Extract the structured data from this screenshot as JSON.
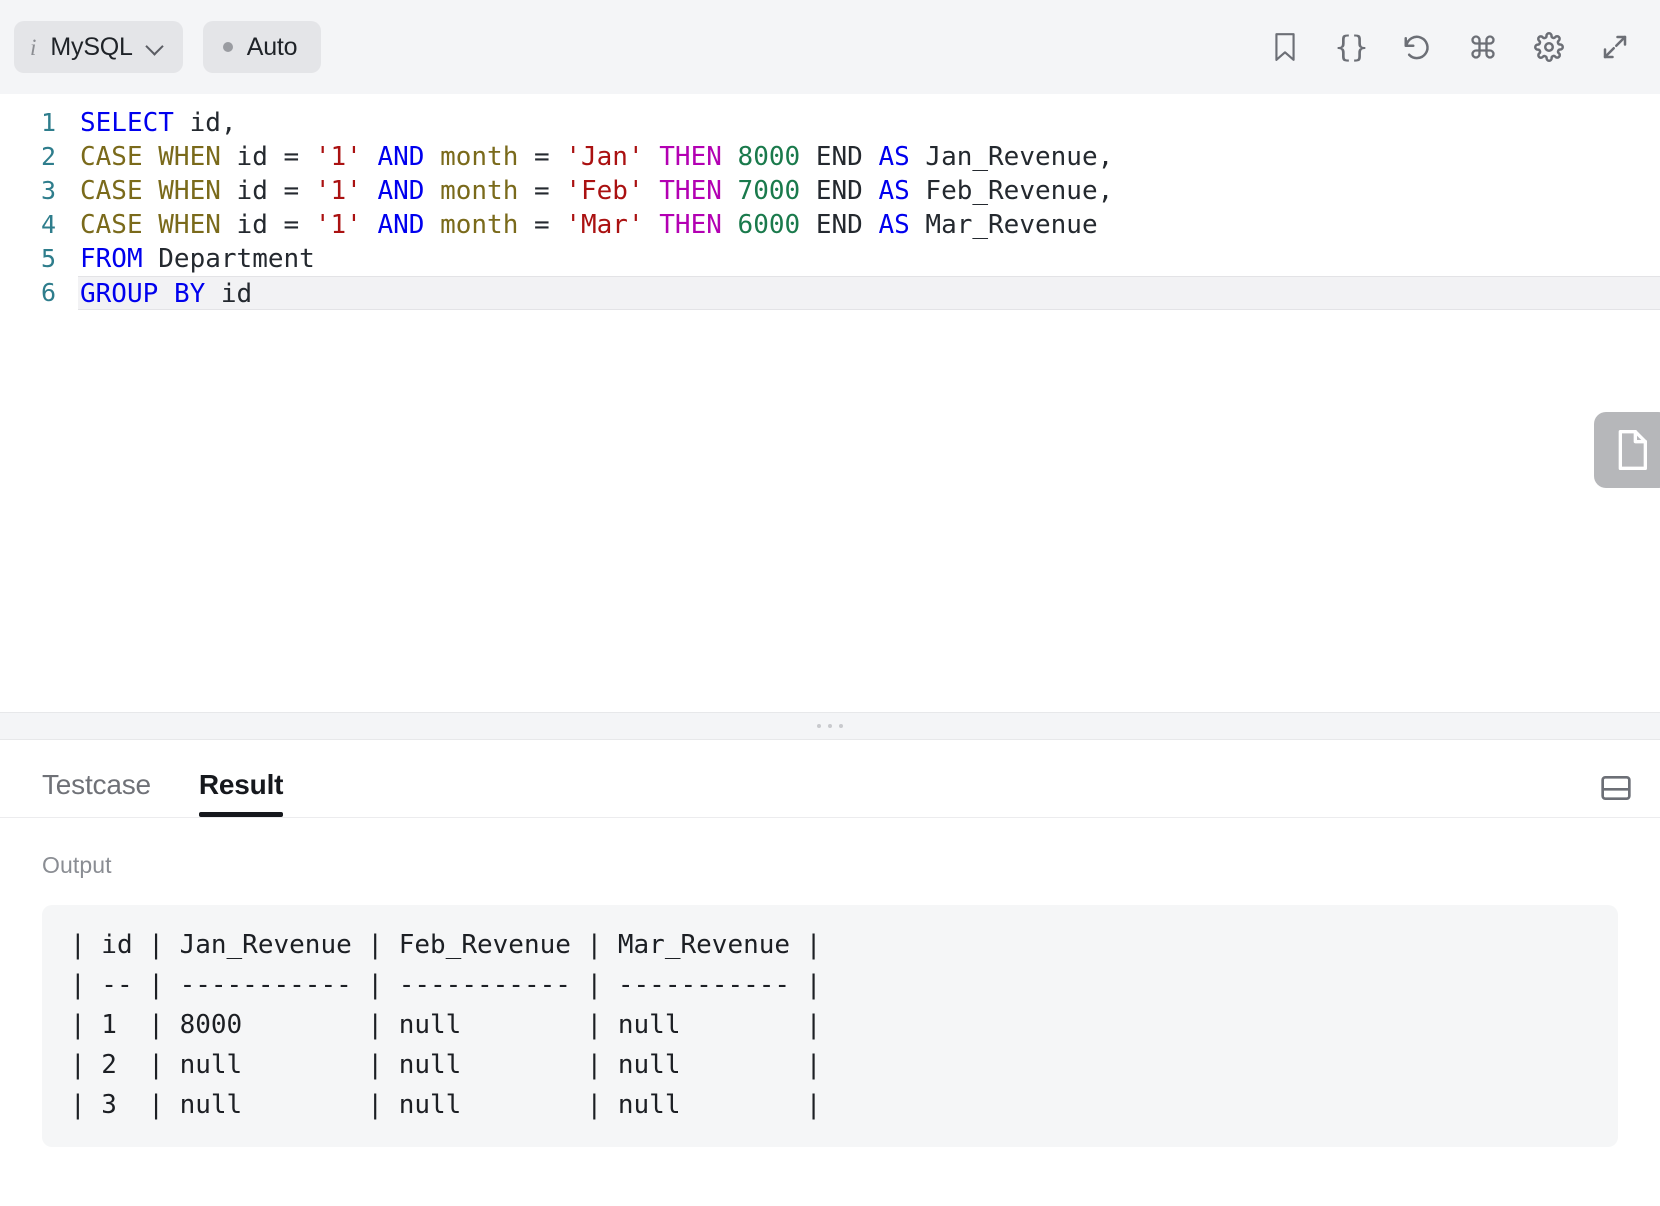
{
  "toolbar": {
    "language_pill": {
      "info_glyph": "i",
      "label": "MySQL",
      "icon": "chevron-down-icon"
    },
    "run_mode_pill": {
      "label": "Auto",
      "status_dot_color": "#9a9ca1"
    },
    "icons": [
      {
        "name": "bookmark-icon",
        "title": "Bookmark"
      },
      {
        "name": "braces-icon",
        "title": "Format",
        "glyph": "{}"
      },
      {
        "name": "history-undo-icon",
        "title": "Reset"
      },
      {
        "name": "command-icon",
        "title": "Shortcuts"
      },
      {
        "name": "gear-icon",
        "title": "Settings"
      },
      {
        "name": "expand-diagonal-icon",
        "title": "Fullscreen"
      }
    ]
  },
  "editor": {
    "language": "MySQL",
    "active_line": 6,
    "float_tab_icon": "file-document-icon",
    "lines": [
      {
        "num": "1",
        "tokens": [
          {
            "t": "SELECT",
            "c": "kw-blue"
          },
          {
            "t": " id,",
            "c": "plain"
          }
        ]
      },
      {
        "num": "2",
        "tokens": [
          {
            "t": "CASE",
            "c": "kw-olive"
          },
          {
            "t": " ",
            "c": "plain"
          },
          {
            "t": "WHEN",
            "c": "kw-olive"
          },
          {
            "t": " id = ",
            "c": "plain"
          },
          {
            "t": "'1'",
            "c": "str-red"
          },
          {
            "t": " ",
            "c": "plain"
          },
          {
            "t": "AND",
            "c": "kw-blue"
          },
          {
            "t": " ",
            "c": "plain"
          },
          {
            "t": "month",
            "c": "kw-olive"
          },
          {
            "t": " = ",
            "c": "plain"
          },
          {
            "t": "'Jan'",
            "c": "str-red"
          },
          {
            "t": " ",
            "c": "plain"
          },
          {
            "t": "THEN",
            "c": "kw-magenta"
          },
          {
            "t": " ",
            "c": "plain"
          },
          {
            "t": "8000",
            "c": "num-green"
          },
          {
            "t": " END ",
            "c": "plain"
          },
          {
            "t": "AS",
            "c": "kw-blue"
          },
          {
            "t": " Jan_Revenue,",
            "c": "plain"
          }
        ]
      },
      {
        "num": "3",
        "tokens": [
          {
            "t": "CASE",
            "c": "kw-olive"
          },
          {
            "t": " ",
            "c": "plain"
          },
          {
            "t": "WHEN",
            "c": "kw-olive"
          },
          {
            "t": " id = ",
            "c": "plain"
          },
          {
            "t": "'1'",
            "c": "str-red"
          },
          {
            "t": " ",
            "c": "plain"
          },
          {
            "t": "AND",
            "c": "kw-blue"
          },
          {
            "t": " ",
            "c": "plain"
          },
          {
            "t": "month",
            "c": "kw-olive"
          },
          {
            "t": " = ",
            "c": "plain"
          },
          {
            "t": "'Feb'",
            "c": "str-red"
          },
          {
            "t": " ",
            "c": "plain"
          },
          {
            "t": "THEN",
            "c": "kw-magenta"
          },
          {
            "t": " ",
            "c": "plain"
          },
          {
            "t": "7000",
            "c": "num-green"
          },
          {
            "t": " END ",
            "c": "plain"
          },
          {
            "t": "AS",
            "c": "kw-blue"
          },
          {
            "t": " Feb_Revenue,",
            "c": "plain"
          }
        ]
      },
      {
        "num": "4",
        "tokens": [
          {
            "t": "CASE",
            "c": "kw-olive"
          },
          {
            "t": " ",
            "c": "plain"
          },
          {
            "t": "WHEN",
            "c": "kw-olive"
          },
          {
            "t": " id = ",
            "c": "plain"
          },
          {
            "t": "'1'",
            "c": "str-red"
          },
          {
            "t": " ",
            "c": "plain"
          },
          {
            "t": "AND",
            "c": "kw-blue"
          },
          {
            "t": " ",
            "c": "plain"
          },
          {
            "t": "month",
            "c": "kw-olive"
          },
          {
            "t": " = ",
            "c": "plain"
          },
          {
            "t": "'Mar'",
            "c": "str-red"
          },
          {
            "t": " ",
            "c": "plain"
          },
          {
            "t": "THEN",
            "c": "kw-magenta"
          },
          {
            "t": " ",
            "c": "plain"
          },
          {
            "t": "6000",
            "c": "num-green"
          },
          {
            "t": " END ",
            "c": "plain"
          },
          {
            "t": "AS",
            "c": "kw-blue"
          },
          {
            "t": " Mar_Revenue",
            "c": "plain"
          }
        ]
      },
      {
        "num": "5",
        "tokens": [
          {
            "t": "FROM",
            "c": "kw-blue"
          },
          {
            "t": " Department",
            "c": "plain"
          }
        ]
      },
      {
        "num": "6",
        "tokens": [
          {
            "t": "GROUP",
            "c": "kw-blue"
          },
          {
            "t": " ",
            "c": "plain"
          },
          {
            "t": "BY",
            "c": "kw-blue"
          },
          {
            "t": " id",
            "c": "plain"
          }
        ]
      }
    ]
  },
  "result_panel": {
    "tabs": [
      {
        "label": "Testcase",
        "active": false
      },
      {
        "label": "Result",
        "active": true
      }
    ],
    "layout_icon": "panel-layout-icon",
    "output_label": "Output",
    "output_rows": [
      "| id | Jan_Revenue | Feb_Revenue | Mar_Revenue |",
      "| -- | ----------- | ----------- | ----------- |",
      "| 1  | 8000        | null        | null        |",
      "| 2  | null        | null        | null        |",
      "| 3  | null        | null        | null        |"
    ]
  }
}
